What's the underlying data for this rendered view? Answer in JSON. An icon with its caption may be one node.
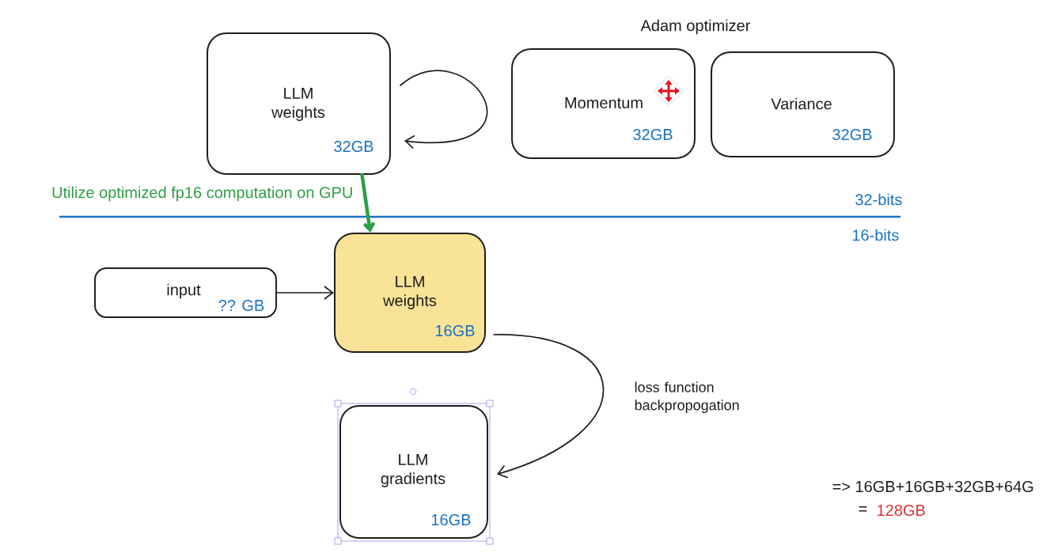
{
  "diagram": {
    "nodes": [
      {
        "text": [
          "LLM weights",
          "32GB"
        ]
      },
      {
        "text": [
          "Momentum",
          "32GB"
        ]
      },
      {
        "text": [
          "Variance",
          "32GB"
        ]
      },
      {
        "text": [
          "input",
          "?? GB"
        ]
      },
      {
        "text": [
          "LLM weights",
          "16GB"
        ]
      },
      {
        "text": [
          "LLM gradients",
          "16GB"
        ]
      }
    ],
    "edges": [
      {
        "from": 0,
        "to": 0,
        "arrow": "to"
      },
      {
        "from": 0,
        "to": 4,
        "arrow": "to",
        "label": "Utilize optimized fp16 computation on GPU",
        "style": "thick",
        "color": "#2f9e44"
      },
      {
        "from": 3,
        "to": 4,
        "arrow": "to"
      },
      {
        "from": 4,
        "to": 5,
        "arrow": "to",
        "label": "loss function backpropogation"
      }
    ],
    "labels": [
      "Adam optimizer",
      "32-bits",
      "16-bits",
      "=> 16GB+16GB+32GB+64G",
      "=",
      "128GB"
    ]
  }
}
